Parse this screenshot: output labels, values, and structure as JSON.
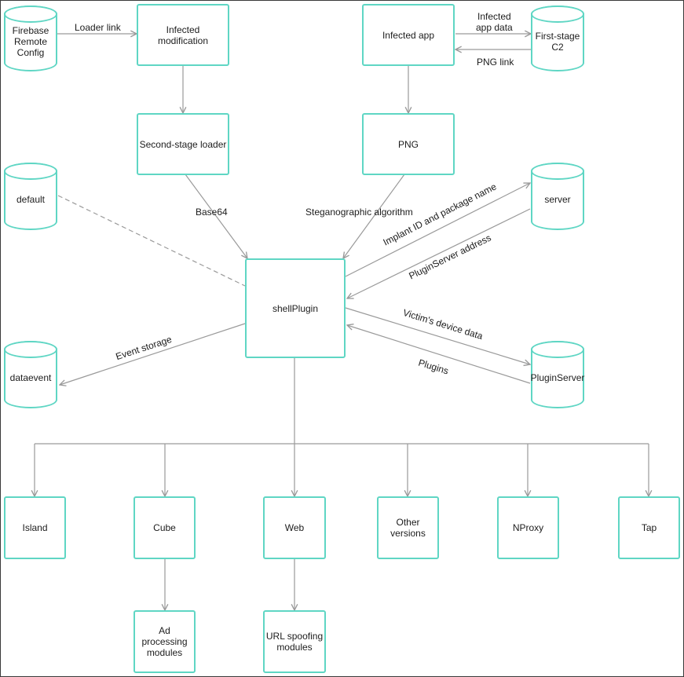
{
  "nodes": {
    "firebase": "Firebase\nRemote\nConfig",
    "infected_modification": "Infected\nmodification",
    "infected_app": "Infected app",
    "first_stage_c2": "First-stage\nC2",
    "second_stage_loader": "Second-stage loader",
    "png": "PNG",
    "default": "default",
    "server": "server",
    "shell_plugin": "shellPlugin",
    "dataevent": "dataevent",
    "plugin_server": "PluginServer",
    "island": "Island",
    "cube": "Cube",
    "web": "Web",
    "other_versions": "Other\nversions",
    "nproxy": "NProxy",
    "tap": "Tap",
    "ad_processing": "Ad processing\nmodules",
    "url_spoofing": "URL spoofing\nmodules"
  },
  "edges": {
    "loader_link": "Loader link",
    "infected_app_data": "Infected\napp data",
    "png_link": "PNG link",
    "base64": "Base64",
    "steganographic": "Steganographic algorithm",
    "implant_id": "Implant ID and package name",
    "pluginserver_address": "PluginServer address",
    "victim_device_data": "Victim's device data",
    "plugins": "Plugins",
    "event_storage": "Event storage"
  },
  "colors": {
    "node_border": "#5fd6c4",
    "edge": "#9a9a9a"
  }
}
